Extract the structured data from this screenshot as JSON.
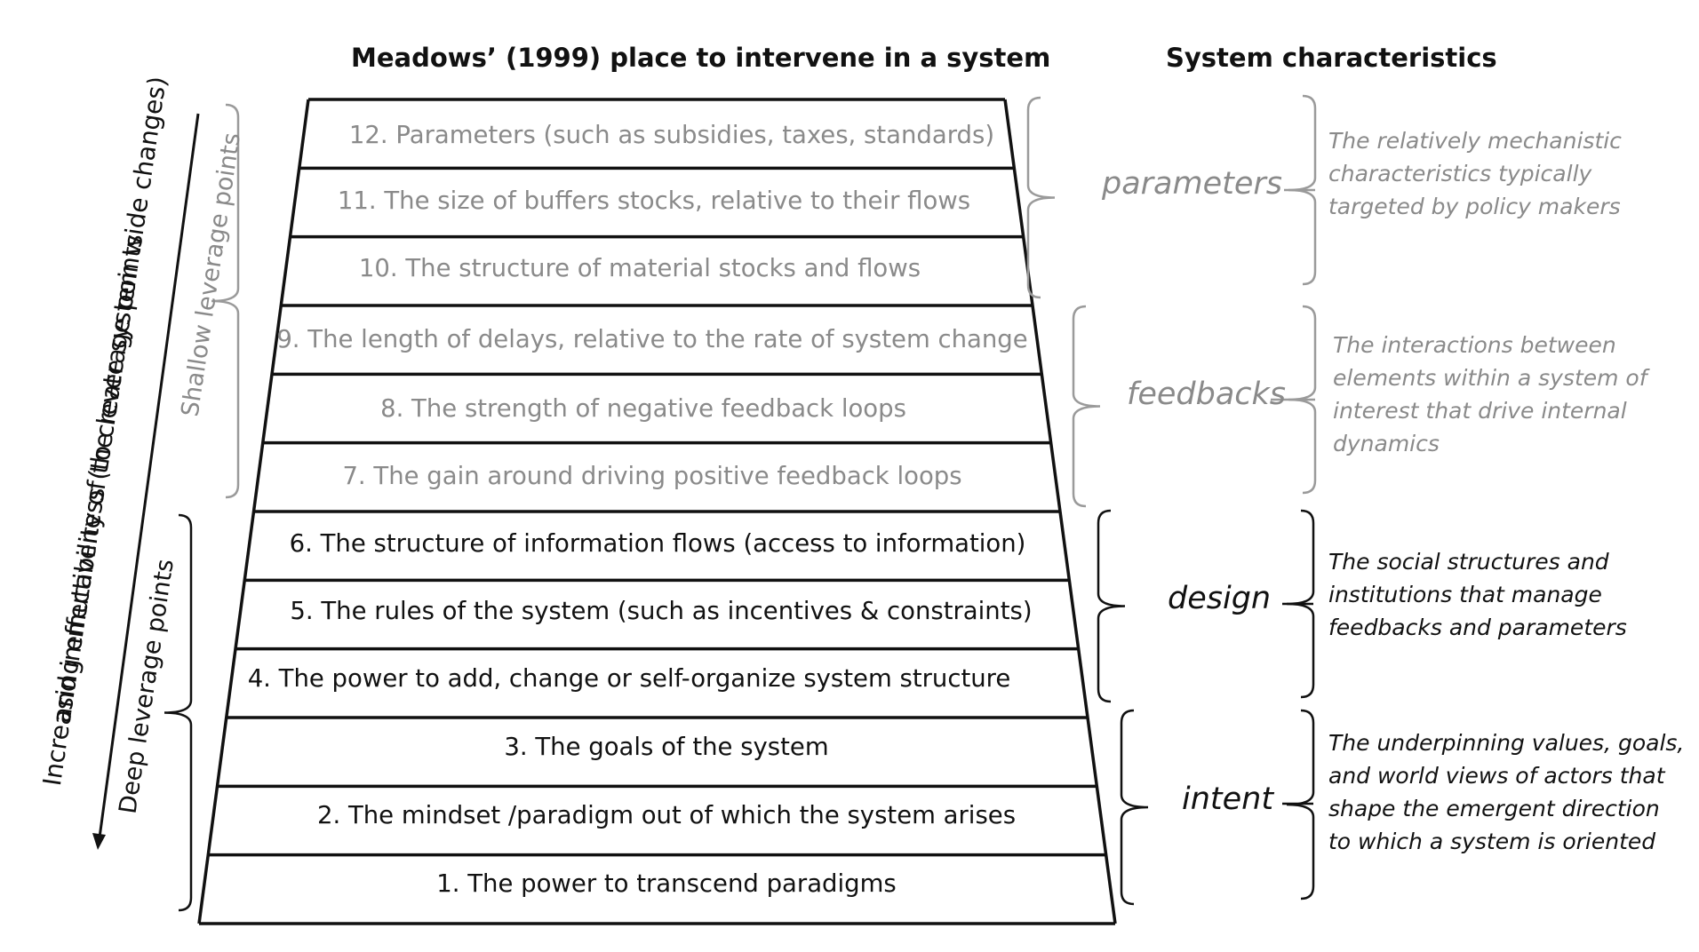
{
  "titles": {
    "left": "Meadows’ (1999) place to intervene in a system",
    "right": "System characteristics"
  },
  "levels": [
    {
      "text": "12. Parameters (such as subsidies, taxes, standards)",
      "group": "parameters"
    },
    {
      "text": "11. The size of buffers stocks, relative to their flows",
      "group": "parameters"
    },
    {
      "text": "10. The structure of material stocks and flows",
      "group": "parameters"
    },
    {
      "text": "9. The length of delays, relative to the rate of system change",
      "group": "feedbacks"
    },
    {
      "text": "8. The strength of negative feedback loops",
      "group": "feedbacks"
    },
    {
      "text": "7. The gain around driving positive feedback loops",
      "group": "feedbacks"
    },
    {
      "text": "6. The structure of information flows (access to information)",
      "group": "design"
    },
    {
      "text": "5. The rules of the system (such as incentives & constraints)",
      "group": "design"
    },
    {
      "text": "4. The power to add, change or self-organize system structure",
      "group": "design"
    },
    {
      "text": "3. The goals of the system",
      "group": "intent"
    },
    {
      "text": "2. The mindset /paradigm out of which the system arises",
      "group": "intent"
    },
    {
      "text": "1. The power to transcend paradigms",
      "group": "intent"
    }
  ],
  "side_labels": {
    "effectiveness_line1": "Increasing effectiveness  (to create system wide changes)",
    "effectiveness_line2": "and immutability of the leverage points",
    "shallow": "Shallow leverage points",
    "deep": "Deep leverage points"
  },
  "categories": [
    {
      "label": "parameters",
      "description": [
        "The relatively mechanistic",
        "characteristics typically",
        "targeted by policy makers"
      ]
    },
    {
      "label": "feedbacks",
      "description": [
        "The interactions between",
        "elements within a system of",
        "interest that drive internal",
        "dynamics"
      ]
    },
    {
      "label": "design",
      "description": [
        "The social structures and",
        "institutions that manage",
        "feedbacks and parameters"
      ]
    },
    {
      "label": "intent",
      "description": [
        "The underpinning values, goals,",
        "and world views of actors that",
        "shape the emergent direction",
        "to which a system is oriented"
      ]
    }
  ],
  "colors": {
    "shallow_text": "#8a8a8a",
    "deep_text": "#111111",
    "line": "#111111",
    "shallow_brace": "#9a9a9a",
    "deep_brace": "#111111"
  }
}
